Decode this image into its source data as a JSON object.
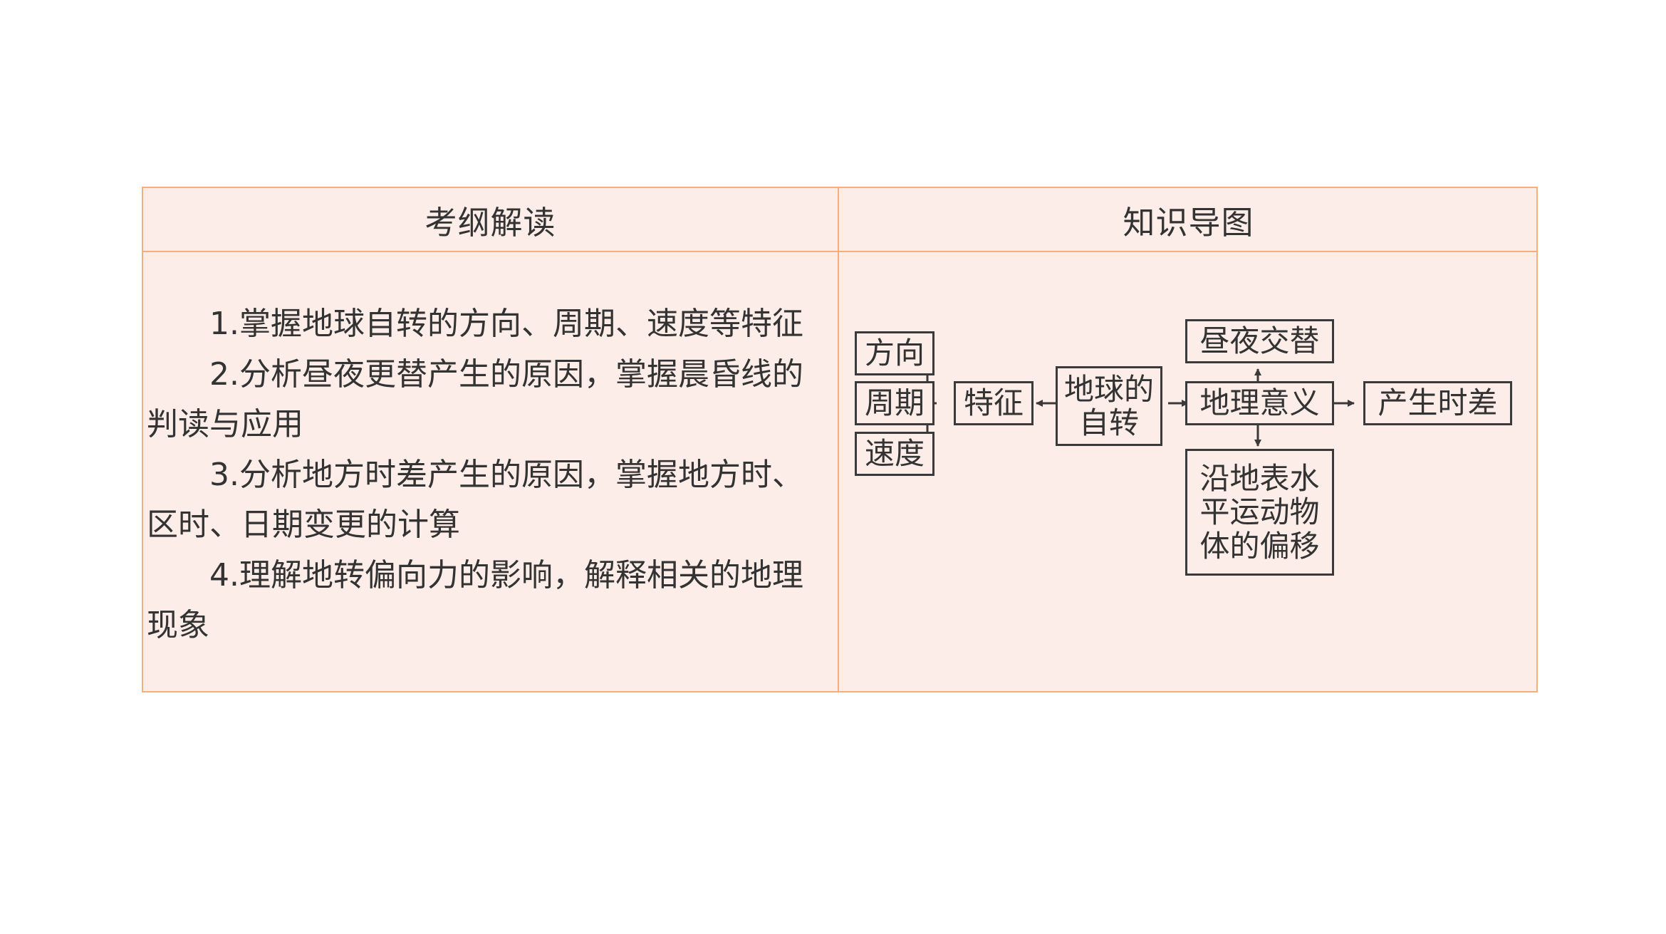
{
  "header": {
    "left": "考纲解读",
    "right": "知识导图"
  },
  "outline": {
    "items": [
      "1.掌握地球自转的方向、周期、速度等特征",
      "2.分析昼夜更替产生的原因，掌握晨昏线的判读与应用",
      "3.分析地方时差产生的原因，掌握地方时、区时、日期变更的计算",
      "4.理解地转偏向力的影响，解释相关的地理现象"
    ]
  },
  "diagram": {
    "direction": "方向",
    "period": "周期",
    "speed": "速度",
    "features": "特征",
    "center": "地球的\n自转",
    "meaning": "地理意义",
    "day_night": "昼夜交替",
    "time_diff": "产生时差",
    "deflection": "沿地表水\n平运动物\n体的偏移"
  },
  "colors": {
    "background": "#fcede8",
    "border": "#f3b07e",
    "text": "#333333",
    "diagram_line": "#3a3a3a"
  }
}
